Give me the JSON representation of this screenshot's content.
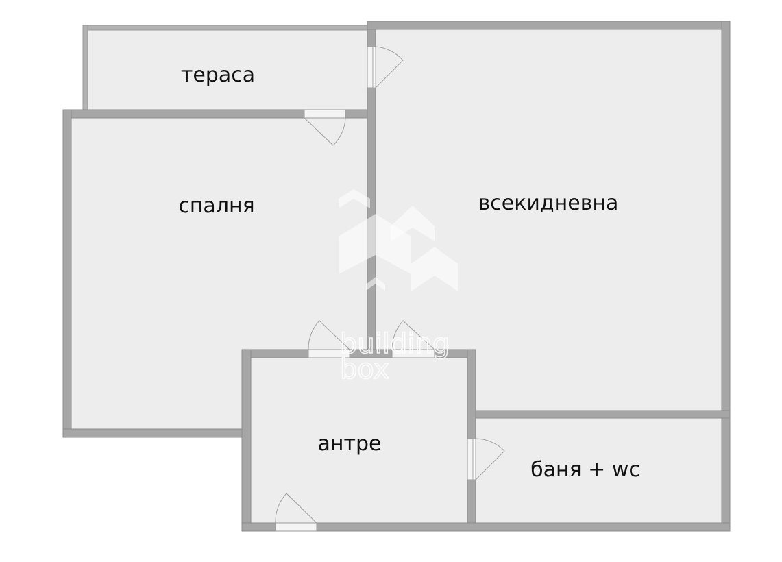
{
  "rooms": {
    "terrace": "тераса",
    "bedroom": "спалня",
    "living_room": "всекидневна",
    "hallway": "антре",
    "bathroom": "баня + wc"
  },
  "watermark": {
    "line1": "building",
    "line2": "box"
  },
  "colors": {
    "floor": "#ededed",
    "wall": "#a6a6a6",
    "label": "#111111"
  }
}
